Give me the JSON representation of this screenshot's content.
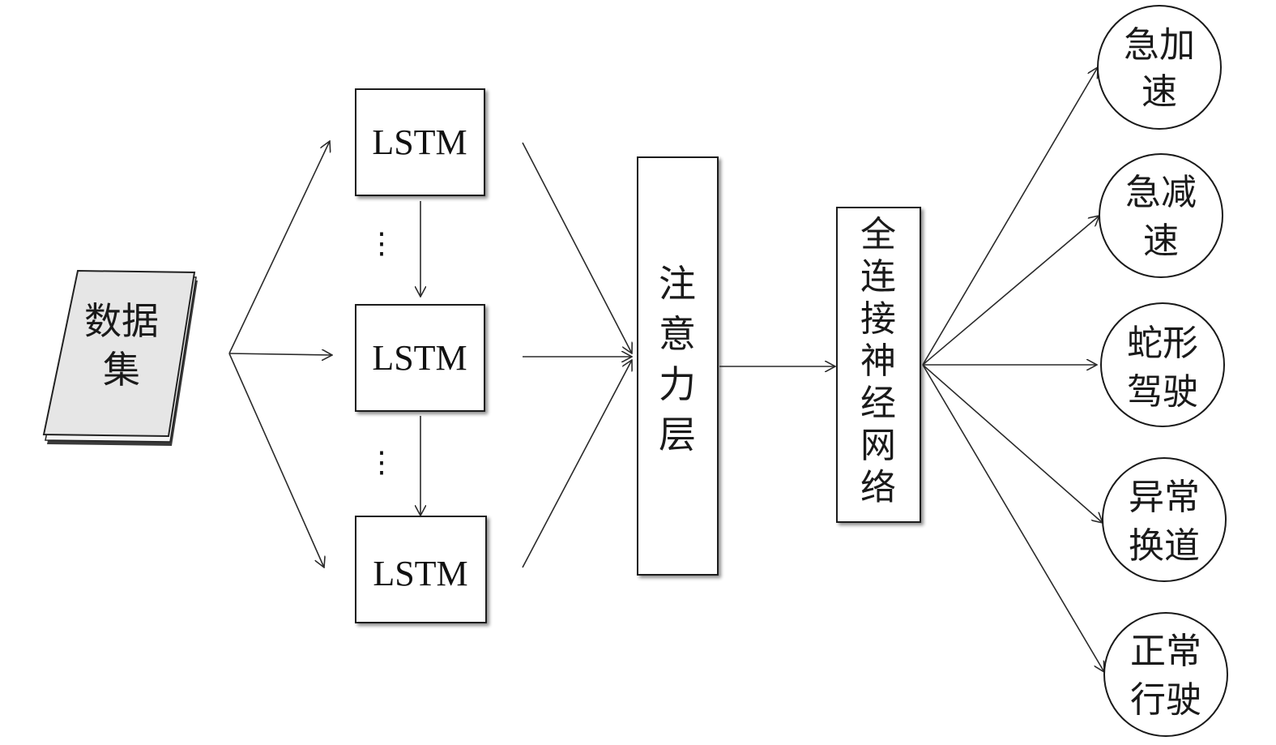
{
  "dataset": {
    "label_line1": "数据",
    "label_line2": "集"
  },
  "lstm": {
    "top": "LSTM",
    "middle": "LSTM",
    "bottom": "LSTM"
  },
  "ellipsis": {
    "upper": "⋮",
    "lower": "⋮"
  },
  "attention": {
    "chars": [
      "注",
      "意",
      "力",
      "层"
    ]
  },
  "fc": {
    "chars": [
      "全",
      "连",
      "接",
      "神",
      "经",
      "网",
      "络"
    ]
  },
  "outputs": [
    {
      "line1": "急加",
      "line2": "速"
    },
    {
      "line1": "急减",
      "line2": "速"
    },
    {
      "line1": "蛇形",
      "line2": "驾驶"
    },
    {
      "line1": "异常",
      "line2": "换道"
    },
    {
      "line1": "正常",
      "line2": "行驶"
    }
  ],
  "colors": {
    "stroke": "#1a1a1a",
    "dataset_fill": "#e6e6e6",
    "dataset_shadow": "#555555"
  }
}
